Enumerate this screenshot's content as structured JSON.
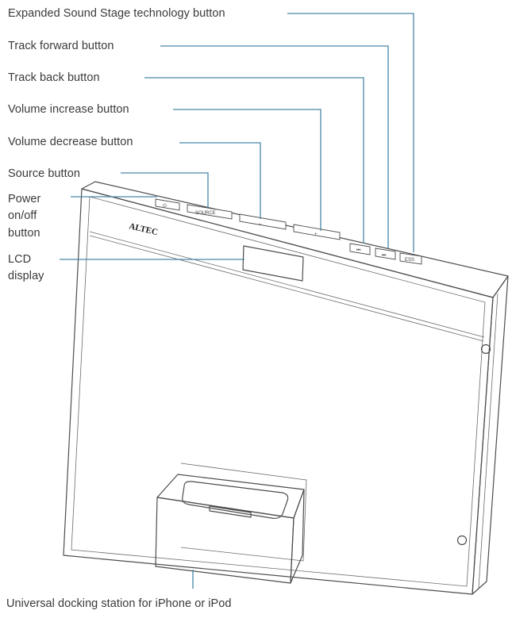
{
  "callouts": {
    "ess": "Expanded Sound Stage technology button",
    "track_forward": "Track forward button",
    "track_back": "Track back button",
    "volume_increase": "Volume increase button",
    "volume_decrease": "Volume decrease button",
    "source": "Source button",
    "power": [
      "Power",
      "on/off",
      "button"
    ],
    "lcd": [
      "LCD",
      "display"
    ],
    "dock": "Universal docking station for iPhone or iPod"
  },
  "device": {
    "brand": "ALTEC",
    "power_symbol": "⏻",
    "source_label": "SOURCE",
    "vol_minus_symbol": "–",
    "vol_plus_symbol": "+",
    "track_back_symbol": "⏮",
    "track_forward_symbol": "⏭",
    "ess_label": "ESS"
  },
  "colors": {
    "leader_line": "#4a86a8",
    "outline": "#4d4d4d",
    "text": "#3a3a3a"
  }
}
